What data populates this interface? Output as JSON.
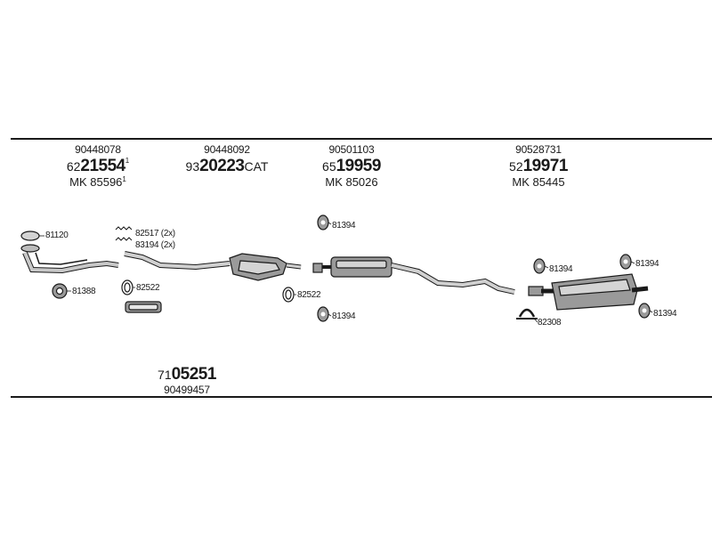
{
  "headers": [
    {
      "ref": "90448078",
      "prefix": "62",
      "number": "21554",
      "suffix": "",
      "sup": "1",
      "mk": "MK 85596",
      "mk_sup": "1"
    },
    {
      "ref": "90448092",
      "prefix": "93",
      "number": "20223",
      "suffix": "CAT",
      "sup": "",
      "mk": "",
      "mk_sup": ""
    },
    {
      "ref": "90501103",
      "prefix": "65",
      "number": "19959",
      "suffix": "",
      "sup": "",
      "mk": "MK 85026",
      "mk_sup": ""
    },
    {
      "ref": "90528731",
      "prefix": "52",
      "number": "19971",
      "suffix": "",
      "sup": "",
      "mk": "MK 85445",
      "mk_sup": ""
    }
  ],
  "footer": {
    "prefix": "71",
    "number": "05251",
    "ref": "90499457"
  },
  "labels": {
    "l81120": "81120",
    "l82517": "82517 (2x)",
    "l83194": "83194 (2x)",
    "l81388": "81388",
    "l82522a": "82522",
    "l82522b": "82522",
    "l81394a": "81394",
    "l81394b": "81394",
    "l81394c": "81394",
    "l81394d": "81394",
    "l81394e": "81394",
    "l82308": "82308"
  },
  "colors": {
    "ink": "#1a1a1a",
    "part_fill": "#9a9a9a",
    "part_light": "#d4d4d4"
  }
}
